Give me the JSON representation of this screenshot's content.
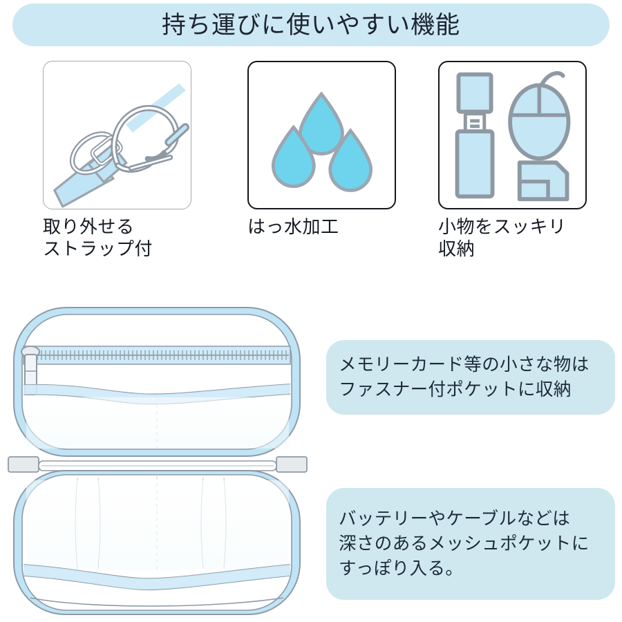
{
  "header": {
    "title": "持ち運びに使いやすい機能",
    "bg_color": "#cce8f4",
    "text_color": "#1d2430"
  },
  "features": [
    {
      "icon_name": "detachable-strap-carabiner-icon",
      "caption": "取り外せる\nストラップ付",
      "border_color": "#a7a9ac",
      "accent_color": "#bfe4f5"
    },
    {
      "icon_name": "water-repellent-droplets-icon",
      "caption": "はっ水加工",
      "border_color": "#14161c",
      "accent_color": "#6ed4ee"
    },
    {
      "icon_name": "small-gadgets-usb-mouse-sdcard-icon",
      "caption": "小物をスッキリ\n収納",
      "border_color": "#14161c",
      "accent_color": "#c5e6f4"
    }
  ],
  "product_illustration": {
    "name": "open-gadget-case-illustration",
    "upper_half_label": "zippered-mesh-pocket-lid",
    "lower_half_label": "deep-mesh-pocket-base",
    "zipper_pull_label": "zipper-pull",
    "case_fill": "#fdffff",
    "trim_color": "#bfe4f5",
    "line_color": "#8e9aa6"
  },
  "notes": [
    {
      "name": "note-memory-card-pocket",
      "text": "メモリーカード等の小さな物は\nファスナー付ポケットに収納",
      "bg_color": "#cfe7ef",
      "text_color": "#1c2b3a"
    },
    {
      "name": "note-battery-cable-pocket",
      "text": "バッテリーやケーブルなどは\n深さのあるメッシュポケットに\nすっぽり入る。",
      "bg_color": "#cfe7ef",
      "text_color": "#1c2b3a"
    }
  ]
}
